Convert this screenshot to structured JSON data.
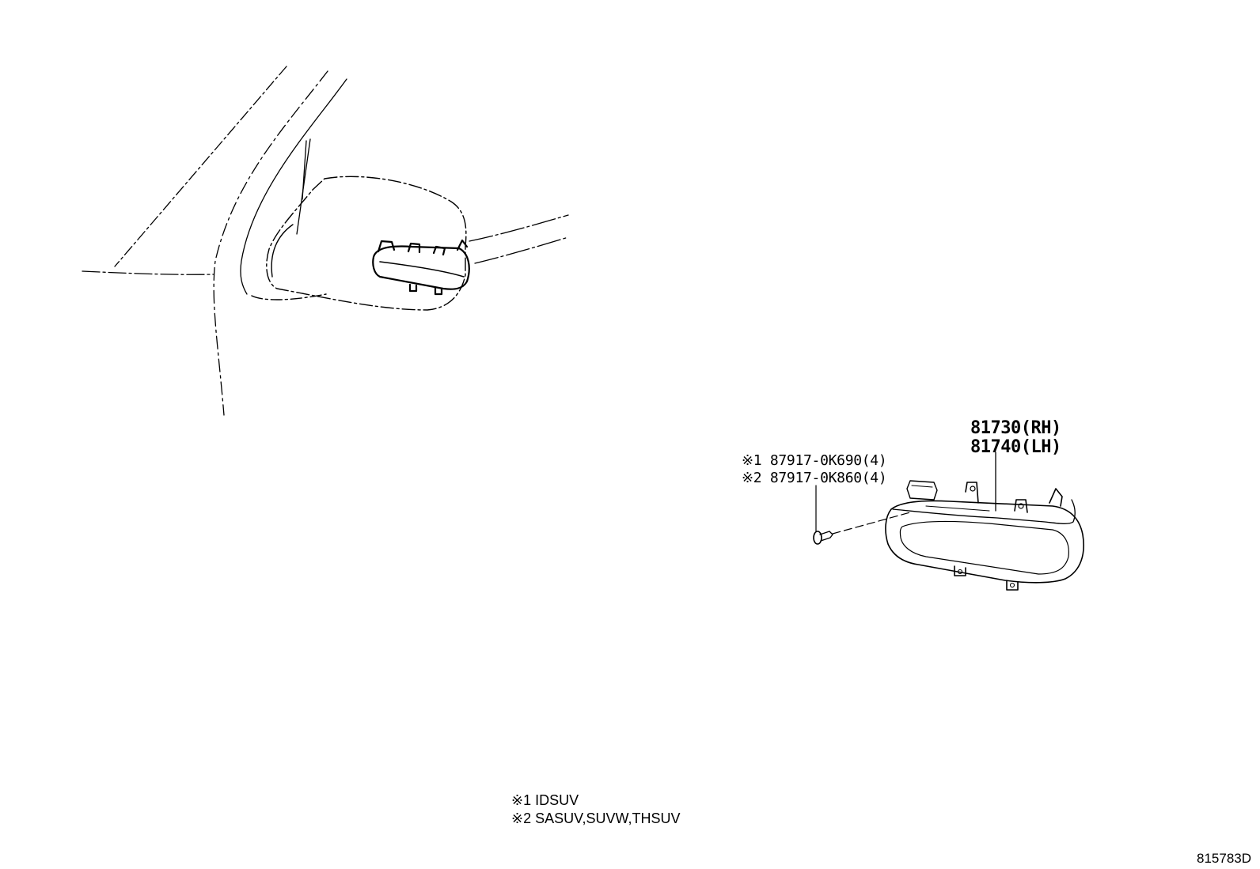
{
  "parts": {
    "lamp_rh": "81730(RH)",
    "lamp_lh": "81740(LH)",
    "fastener_1": "※1 87917-0K690(4)",
    "fastener_2": "※2 87917-0K860(4)"
  },
  "notes": {
    "note_1": "※1 IDSUV",
    "note_2": "※2 SASUV,SUVW,THSUV"
  },
  "diagram_ref": "815783D",
  "colors": {
    "line": "#000000",
    "background": "#ffffff"
  }
}
